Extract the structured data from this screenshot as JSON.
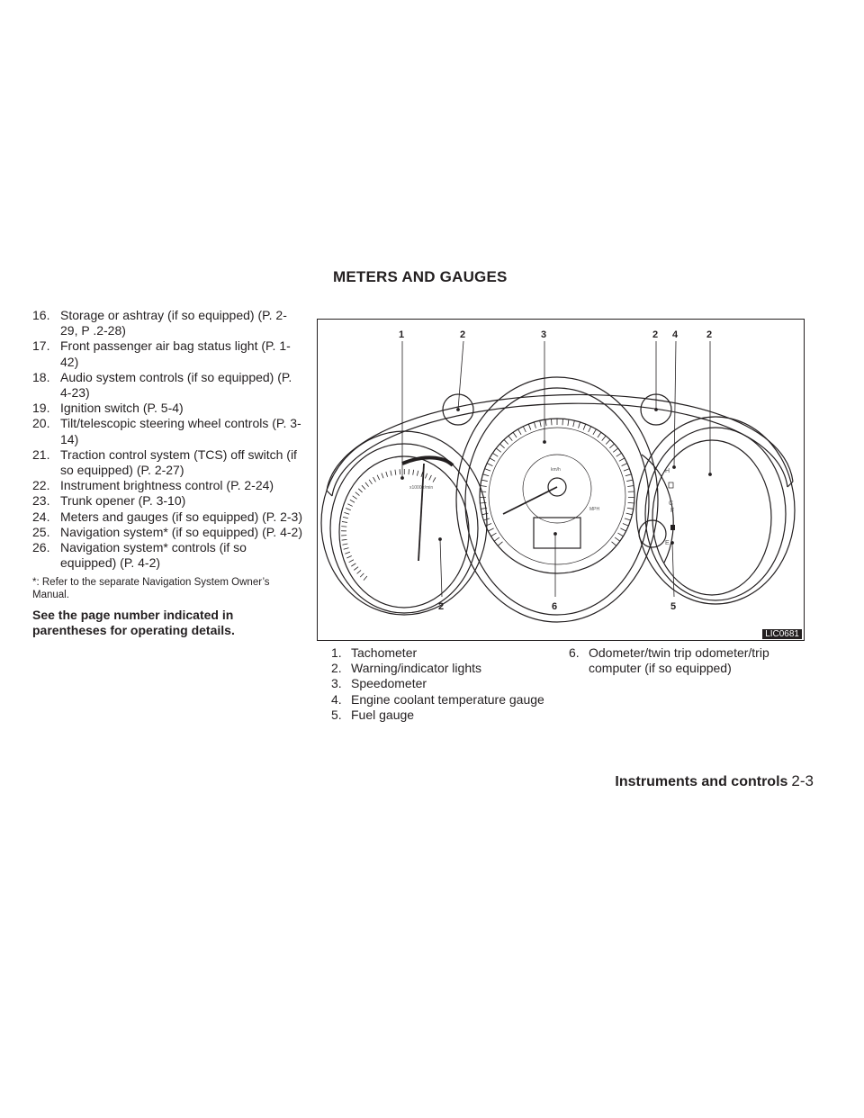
{
  "section_title": "METERS AND GAUGES",
  "left_list": [
    {
      "num": "16.",
      "text": "Storage or ashtray (if so equipped) (P. 2-29, P .2-28)"
    },
    {
      "num": "17.",
      "text": "Front passenger air bag status light (P. 1-42)"
    },
    {
      "num": "18.",
      "text": "Audio system controls (if so equipped) (P. 4-23)"
    },
    {
      "num": "19.",
      "text": "Ignition switch (P. 5-4)"
    },
    {
      "num": "20.",
      "text": "Tilt/telescopic steering wheel controls (P. 3-14)"
    },
    {
      "num": "21.",
      "text": "Traction control system (TCS) off switch (if so equipped) (P. 2-27)"
    },
    {
      "num": "22.",
      "text": "Instrument brightness control (P. 2-24)"
    },
    {
      "num": "23.",
      "text": "Trunk opener (P. 3-10)"
    },
    {
      "num": "24.",
      "text": "Meters and gauges (if so equipped) (P. 2-3)"
    },
    {
      "num": "25.",
      "text": "Navigation system* (if so equipped) (P. 4-2)"
    },
    {
      "num": "26.",
      "text": "Navigation system* controls (if so equipped) (P. 4-2)"
    }
  ],
  "footnote": "*: Refer to the separate Navigation System Owner’s Manual.",
  "note": "See the page number indicated in parentheses for operating details.",
  "figure": {
    "code": "LIC0681",
    "callouts_top": [
      "1",
      "2",
      "3",
      "2",
      "4",
      "2"
    ],
    "callouts_bottom": [
      "2",
      "6",
      "5"
    ],
    "dial_labels": {
      "tach": "x1000 r/min",
      "kmh": "km/h",
      "mph": "MPH",
      "hot": "H",
      "cold": "C",
      "full": "F",
      "empty": "E"
    }
  },
  "legend_a": [
    {
      "num": "1.",
      "text": "Tachometer"
    },
    {
      "num": "2.",
      "text": "Warning/indicator lights"
    },
    {
      "num": "3.",
      "text": "Speedometer"
    },
    {
      "num": "4.",
      "text": "Engine coolant temperature gauge"
    },
    {
      "num": "5.",
      "text": "Fuel gauge"
    }
  ],
  "legend_b": [
    {
      "num": "6.",
      "text": "Odometer/twin trip odometer/trip computer (if so equipped)"
    }
  ],
  "footer": {
    "label": "Instruments and controls",
    "page": "2-3"
  }
}
